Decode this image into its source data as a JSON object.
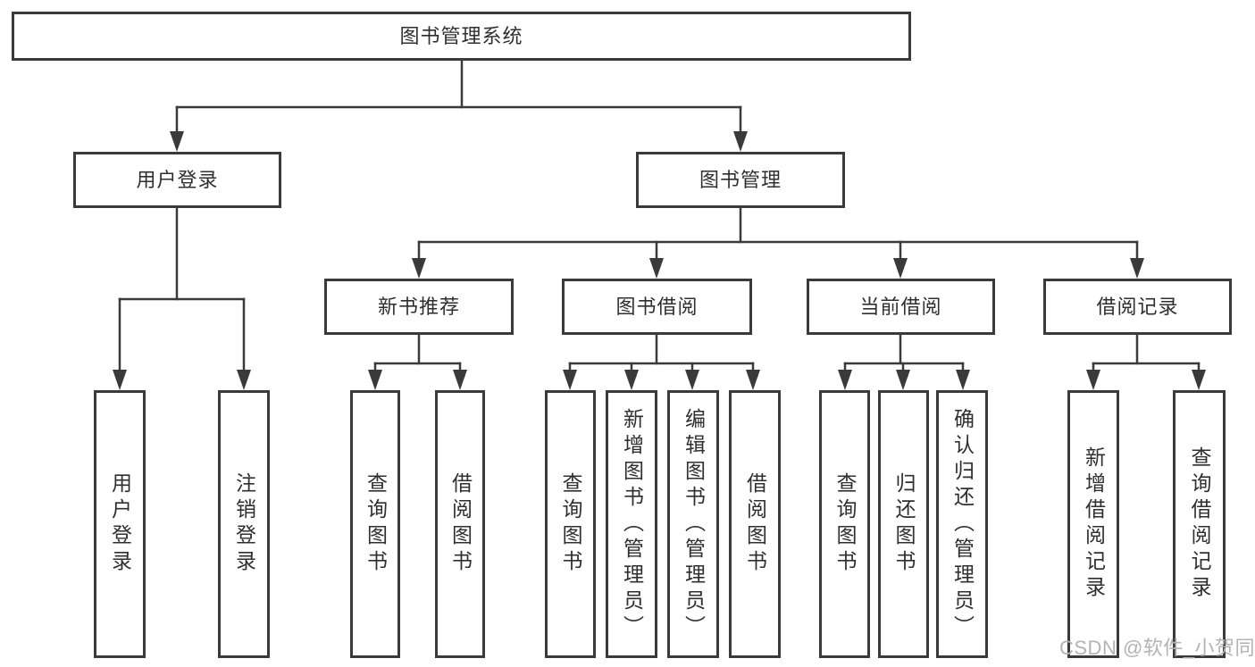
{
  "diagram_type": "hierarchy-tree",
  "tree": {
    "label": "图书管理系统",
    "children": [
      {
        "label": "用户登录",
        "children": [
          {
            "label": "用户登录"
          },
          {
            "label": "注销登录"
          }
        ]
      },
      {
        "label": "图书管理",
        "children": [
          {
            "label": "新书推荐",
            "children": [
              {
                "label": "查询图书"
              },
              {
                "label": "借阅图书"
              }
            ]
          },
          {
            "label": "图书借阅",
            "children": [
              {
                "label": "查询图书"
              },
              {
                "label": "新增图书（管理员）"
              },
              {
                "label": "编辑图书（管理员）"
              },
              {
                "label": "借阅图书"
              }
            ]
          },
          {
            "label": "当前借阅",
            "children": [
              {
                "label": "查询图书"
              },
              {
                "label": "归还图书"
              },
              {
                "label": "确认归还（管理员）"
              }
            ]
          },
          {
            "label": "借阅记录",
            "children": [
              {
                "label": "新增借阅记录"
              },
              {
                "label": "查询借阅记录"
              }
            ]
          }
        ]
      }
    ]
  },
  "watermark": {
    "text": "CSDN @软件_小贺同学"
  },
  "colors": {
    "line": "#3a3a3a",
    "text": "#2f2f2f",
    "box_background": "#ffffff",
    "watermark": "#b3b3b3"
  }
}
